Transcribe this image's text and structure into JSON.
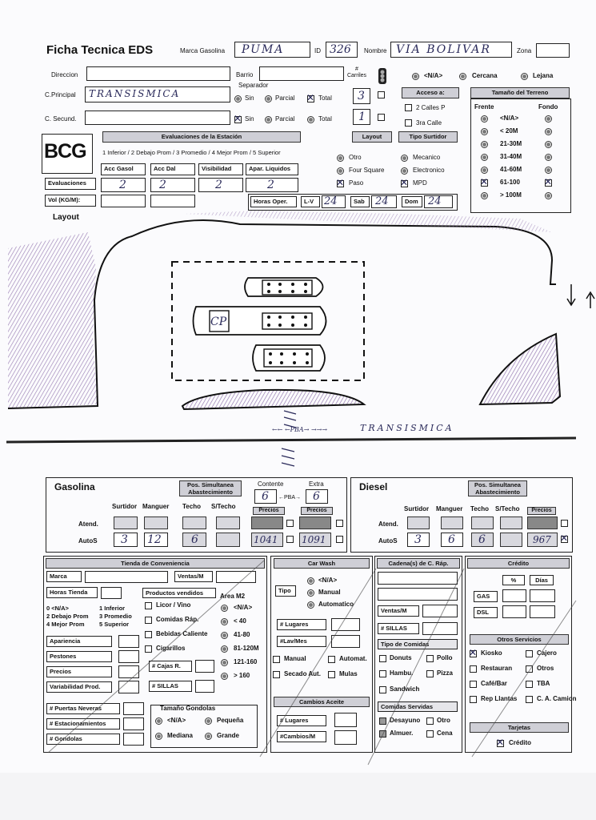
{
  "header": {
    "title": "Ficha Tecnica EDS",
    "marca_label": "Marca Gasolina",
    "marca_value": "PUMA",
    "id_label": "ID",
    "id_value": "326",
    "nombre_label": "Nombre",
    "nombre_value": "VIA BOLIVAR",
    "zona_label": "Zona"
  },
  "row2": {
    "direccion": "Direccion",
    "barrio": "Barrio",
    "carriles": "# Carriles",
    "na": "<N/A>",
    "cercana": "Cercana",
    "lejana": "Lejana"
  },
  "row3": {
    "c_principal": "C.Principal",
    "c_principal_value": "TRANSISMICA",
    "separador": "Separador",
    "sin": "Sin",
    "parcial": "Parcial",
    "total": "Total",
    "carriles_value": "3",
    "acceso": "Acceso a:",
    "tamano_terreno": "Tamaño del Terreno"
  },
  "row4": {
    "c_secund": "C. Secund.",
    "carriles_value": "1",
    "calles2": "2 Calles P",
    "calle3": "3ra Calle",
    "frente": "Frente",
    "fondo": "Fondo"
  },
  "terreno": [
    "<N/A>",
    "< 20M",
    "21-30M",
    "31-40M",
    "41-60M",
    "61-100",
    "> 100M"
  ],
  "evaluaciones": {
    "title": "Evaluaciones de la Estación",
    "logo": "BCG",
    "scale": "1 Inferior / 2 Debajo Prom / 3 Promedio / 4 Mejor Prom / 5 Superior",
    "cols": [
      "Acc Gasol",
      "Acc Dal",
      "Visibilidad",
      "Apar. Liquidos"
    ],
    "row_label": "Evaluaciones",
    "values": [
      "2",
      "2",
      "2",
      "2"
    ],
    "vol_label": "Vol (KG/M):",
    "layout_btn": "Layout",
    "tipo_surtidor": "Tipo Surtidor",
    "layout_opts": [
      "Otro",
      "Four Square",
      "Paso"
    ],
    "surtidor_opts": [
      "Mecanico",
      "Electronico",
      "MPD"
    ],
    "horas_label": "Horas Oper.",
    "lv": "L-V",
    "lv_value": "24",
    "sab": "Sab",
    "sab_value": "24",
    "dom": "Dom",
    "dom_value": "24"
  },
  "layout_section": {
    "label": "Layout",
    "street": "TRANSISMICA",
    "pump_label": "CP",
    "arrow_text": "←←  ←PBA→  →→→"
  },
  "gasolina": {
    "title": "Gasolina",
    "pos_sim": "Pos. Simultanea Abastecimiento",
    "contente": "Contente",
    "extra": "Extra",
    "contente_value": "6",
    "extra_value": "6",
    "cols": [
      "Surtidor",
      "Manguer",
      "Techo",
      "S/Techo",
      "Precios",
      "Precios"
    ],
    "atend": "Atend.",
    "autos": "AutoS",
    "surtidor": "3",
    "manguer": "12",
    "techo": "6",
    "precio1": "1041",
    "precio2": "1091"
  },
  "diesel": {
    "title": "Diesel",
    "pos_sim": "Pos. Simultanea Abastecimiento",
    "cols": [
      "Surtidor",
      "Manguer",
      "Techo",
      "S/Techo",
      "Precios"
    ],
    "atend": "Atend.",
    "autos": "AutoS",
    "surtidor": "3",
    "manguer": "6",
    "techo": "6",
    "precio": "967"
  },
  "tienda": {
    "title": "Tienda de Conveniencia",
    "marca": "Marca",
    "ventas": "Ventas/M",
    "horas": "Horas Tienda",
    "productos": "Productos vendidos",
    "area": "Area M2",
    "scale": [
      "0 <N/A>",
      "1 Inferior",
      "2 Debajo Prom",
      "3 Promedio",
      "4 Mejor Prom",
      "5 Superior"
    ],
    "evals": [
      "Apariencia",
      "Pestones",
      "Precios",
      "Variabilidad Prod."
    ],
    "product_items": [
      "Licor / Vino",
      "Comidas Ráp.",
      "Bebidas Caliente",
      "Cigarillos"
    ],
    "area_opts": [
      "<N/A>",
      "< 40",
      "41-80",
      "81-120M",
      "121-160",
      "> 160"
    ],
    "cajas": "# Cajas R.",
    "sillas": "# SILLAS",
    "puertas": "# Puertas Neveras",
    "estacionamientos": "# Estacionamientos",
    "gondolas": "# Gondolas",
    "tamano": "Tamaño Gondolas",
    "gond_opts": [
      "<N/A>",
      "Pequeña",
      "Mediana",
      "Grande"
    ]
  },
  "carwash": {
    "title": "Car Wash",
    "tipo": "Tipo",
    "opts": [
      "<N/A>",
      "Manual",
      "Automatico"
    ],
    "lugares": "# Lugares",
    "lav": "#Lav/Mes",
    "checks": [
      "Manual",
      "Automat.",
      "Secado Aut.",
      "Mulas"
    ],
    "cambios": "Cambios Aceite",
    "lugares2": "# Lugares",
    "cambios_m": "#Cambios/M"
  },
  "cadena": {
    "title": "Cadena(s) de C. Ráp.",
    "ventas": "Ventas/M",
    "sillas": "# SILLAS",
    "tipo_comida": "Tipo de Comidas",
    "comidas": [
      "Donuts",
      "Pollo",
      "Hambu.",
      "Pizza",
      "Sandwich"
    ],
    "servidas": "Comidas Servidas",
    "servidas_opts": [
      "Desayuno",
      "Otro",
      "Almuer.",
      "Cena"
    ]
  },
  "credito": {
    "title": "Crédito",
    "pct": "%",
    "dias": "Días",
    "gas": "GAS",
    "dsl": "DSL",
    "otros": "Otros Servicios",
    "servicios": [
      "Kiosko",
      "Cajero",
      "Restauran",
      "Otros",
      "Café/Bar",
      "TBA",
      "Rep Llantas",
      "C. A. Camion"
    ],
    "tarjetas": "Tarjetas",
    "credito": "Crédito"
  }
}
